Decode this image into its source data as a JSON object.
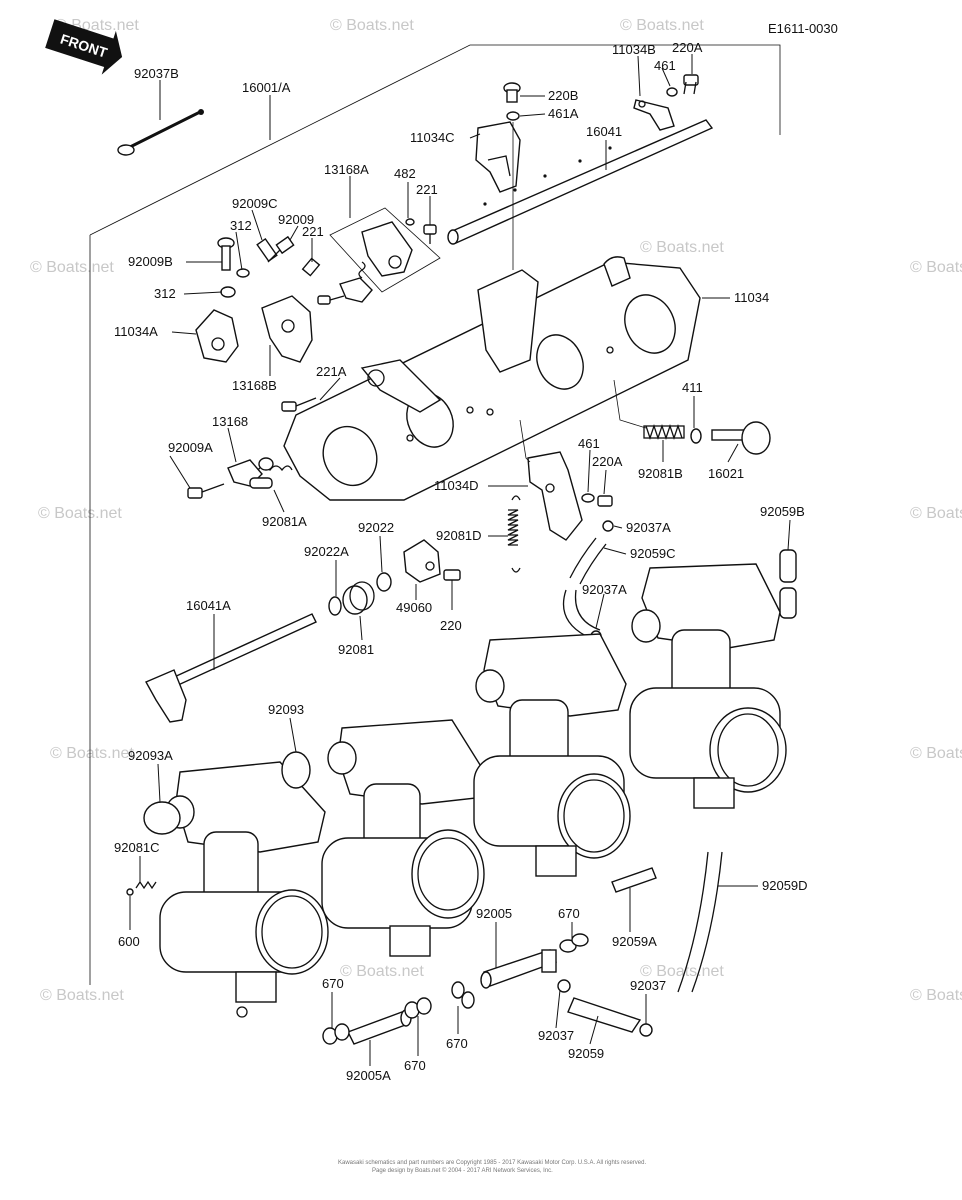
{
  "diagram": {
    "code": "E1611-0030",
    "front_label": "FRONT",
    "watermark": "© Boats.net",
    "footer": [
      "Kawasaki schematics and part numbers are Copyright 1985 - 2017 Kawasaki Motor Corp. U.S.A. All rights reserved.",
      "Page design by Boats.net © 2004 - 2017 ARI Network Services, Inc."
    ]
  },
  "part_labels": [
    {
      "id": "92037B",
      "text": "92037B"
    },
    {
      "id": "16001A",
      "text": "16001/A"
    },
    {
      "id": "11034B",
      "text": "11034B"
    },
    {
      "id": "220A_top",
      "text": "220A"
    },
    {
      "id": "461_top",
      "text": "461"
    },
    {
      "id": "220B",
      "text": "220B"
    },
    {
      "id": "461A",
      "text": "461A"
    },
    {
      "id": "11034C",
      "text": "11034C"
    },
    {
      "id": "16041",
      "text": "16041"
    },
    {
      "id": "13168A",
      "text": "13168A"
    },
    {
      "id": "482",
      "text": "482"
    },
    {
      "id": "221_top",
      "text": "221"
    },
    {
      "id": "92009C",
      "text": "92009C"
    },
    {
      "id": "312_top",
      "text": "312"
    },
    {
      "id": "92009",
      "text": "92009"
    },
    {
      "id": "221_mid",
      "text": "221"
    },
    {
      "id": "92009B",
      "text": "92009B"
    },
    {
      "id": "312_mid",
      "text": "312"
    },
    {
      "id": "11034A",
      "text": "11034A"
    },
    {
      "id": "11034",
      "text": "11034"
    },
    {
      "id": "13168B",
      "text": "13168B"
    },
    {
      "id": "221A",
      "text": "221A"
    },
    {
      "id": "411",
      "text": "411"
    },
    {
      "id": "13168",
      "text": "13168"
    },
    {
      "id": "92009A",
      "text": "92009A"
    },
    {
      "id": "461_mid",
      "text": "461"
    },
    {
      "id": "220A_mid",
      "text": "220A"
    },
    {
      "id": "92081B",
      "text": "92081B"
    },
    {
      "id": "16021",
      "text": "16021"
    },
    {
      "id": "11034D",
      "text": "11034D"
    },
    {
      "id": "92081A",
      "text": "92081A"
    },
    {
      "id": "92022",
      "text": "92022"
    },
    {
      "id": "92081D",
      "text": "92081D"
    },
    {
      "id": "92037A_top",
      "text": "92037A"
    },
    {
      "id": "92059B",
      "text": "92059B"
    },
    {
      "id": "92022A",
      "text": "92022A"
    },
    {
      "id": "92059C",
      "text": "92059C"
    },
    {
      "id": "92037A_mid",
      "text": "92037A"
    },
    {
      "id": "49060",
      "text": "49060"
    },
    {
      "id": "220",
      "text": "220"
    },
    {
      "id": "16041A",
      "text": "16041A"
    },
    {
      "id": "92081",
      "text": "92081"
    },
    {
      "id": "92093",
      "text": "92093"
    },
    {
      "id": "92093A",
      "text": "92093A"
    },
    {
      "id": "92081C",
      "text": "92081C"
    },
    {
      "id": "600",
      "text": "600"
    },
    {
      "id": "92059D",
      "text": "92059D"
    },
    {
      "id": "670_a",
      "text": "670"
    },
    {
      "id": "92005",
      "text": "92005"
    },
    {
      "id": "92059A",
      "text": "92059A"
    },
    {
      "id": "670_b",
      "text": "670"
    },
    {
      "id": "92037",
      "text": "92037"
    },
    {
      "id": "670_c",
      "text": "670"
    },
    {
      "id": "92037_b",
      "text": "92037"
    },
    {
      "id": "92059",
      "text": "92059"
    },
    {
      "id": "670_d",
      "text": "670"
    },
    {
      "id": "92005A",
      "text": "92005A"
    }
  ]
}
